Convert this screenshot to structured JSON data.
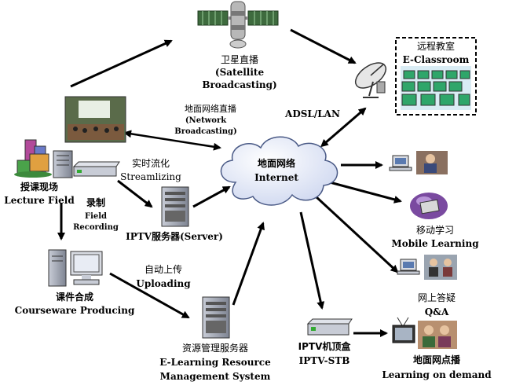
{
  "nodes": {
    "satellite": {
      "cn": "卫星直播",
      "en1": "(Satellite",
      "en2": "Broadcasting)"
    },
    "eclassroom": {
      "cn": "远程教室",
      "en": "E-Classroom"
    },
    "adsl": {
      "text": "ADSL/LAN"
    },
    "network_broadcast": {
      "cn": "地面网络直播",
      "en1": "(Network",
      "en2": "Broadcasting)"
    },
    "streaming": {
      "cn": "实时流化",
      "en": "Streamlizing"
    },
    "internet": {
      "cn": "地面网络",
      "en": "Internet"
    },
    "lecture": {
      "cn": "授课现场",
      "en": "Lecture Field"
    },
    "recording": {
      "cn": "录制",
      "en1": "Field",
      "en2": "Recording"
    },
    "iptv_server": {
      "text": "IPTV服务器(Server)"
    },
    "mobile": {
      "cn": "移动学习",
      "en": "Mobile Learning"
    },
    "courseware": {
      "cn": "课件合成",
      "en": "Courseware Producing"
    },
    "uploading": {
      "cn": "自动上传",
      "en": "Uploading"
    },
    "qa": {
      "cn": "网上答疑",
      "en": "Q&A"
    },
    "elearning": {
      "cn": "资源管理服务器",
      "en1": "E-Learning Resource",
      "en2": "Management System"
    },
    "stb": {
      "cn": "IPTV机顶盒",
      "en": "IPTV-STB"
    },
    "vod": {
      "cn": "地面网点播",
      "en": "Learning on demand"
    }
  },
  "colors": {
    "arrow": "#000000",
    "cloud_fill": "#dfe6f6",
    "cloud_stroke": "#4a5a86",
    "server": "#9aa0ad"
  }
}
